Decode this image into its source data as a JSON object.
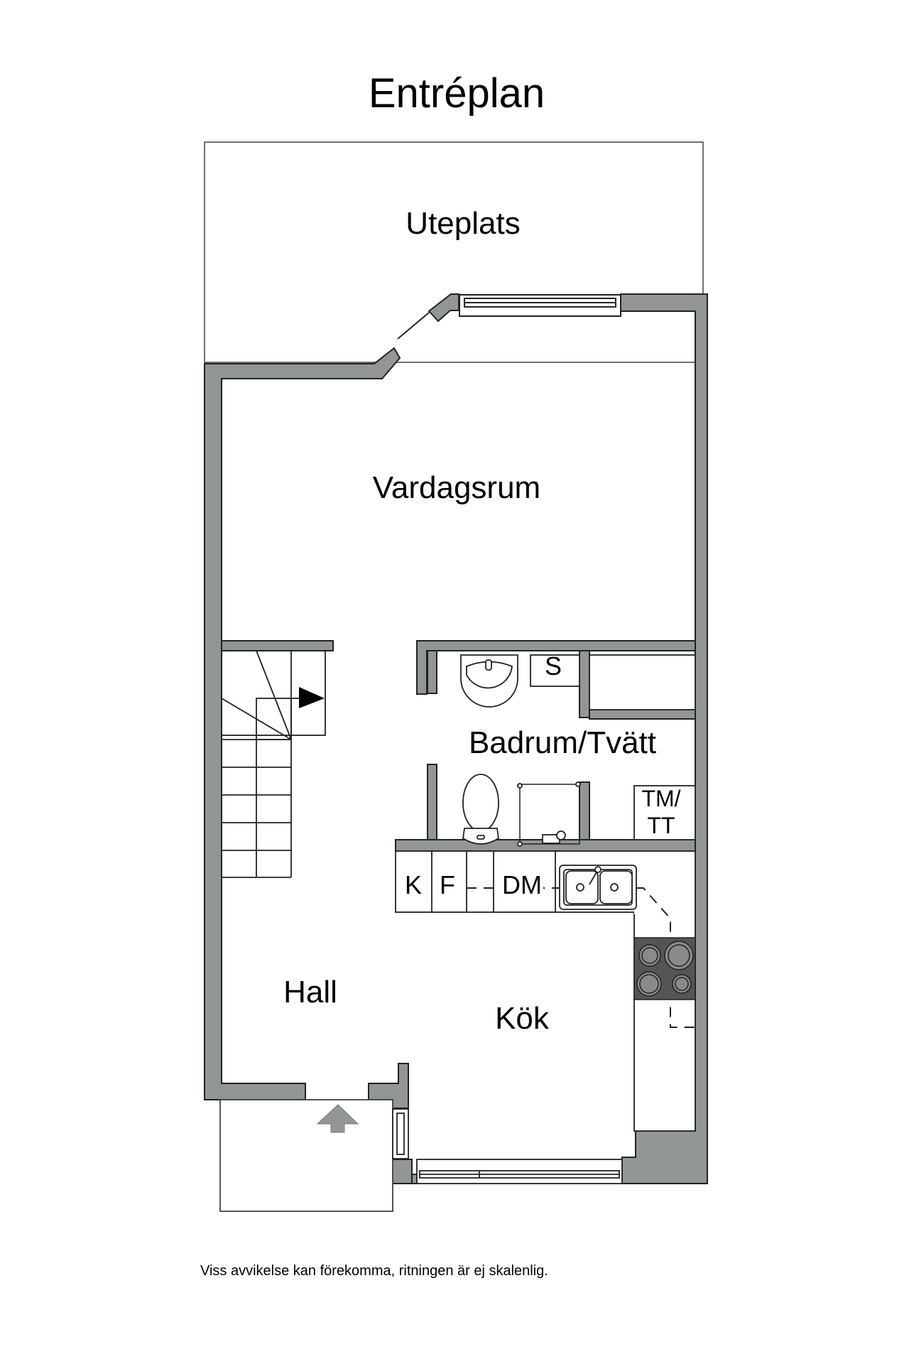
{
  "title": "Entréplan",
  "rooms": {
    "uteplats": "Uteplats",
    "vardagsrum": "Vardagsrum",
    "badrum": "Badrum/Tvätt",
    "hall": "Hall",
    "kok": "Kök"
  },
  "fixtures": {
    "s": "S",
    "tm_line1": "TM/",
    "tm_line2": "TT",
    "k": "K",
    "f": "F",
    "dm": "DM"
  },
  "footer": "Viss avvikelse kan förekomma, ritningen är ej skalenlig.",
  "colors": {
    "wall": "#939697",
    "stove": "#555555",
    "burner": "#8a8a8a",
    "line": "#222222"
  }
}
